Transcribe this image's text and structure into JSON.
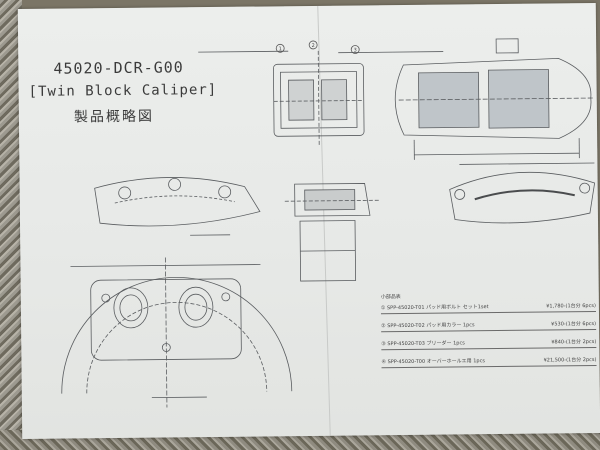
{
  "drawing": {
    "part_number": "45020-DCR-G00",
    "name": "[Twin Block Caliper]",
    "subtitle": "製品概略図"
  },
  "parts_list": {
    "heading": "小部品表",
    "items": [
      {
        "label": "① SPP-45020-T01 パッド用ボルト セット1set",
        "price": "¥1,780-(1台分 6pcs)"
      },
      {
        "label": "② SPP-45020-T02 パッド用カラー 1pcs",
        "price": "¥530-(1台分 6pcs)"
      },
      {
        "label": "③ SPP-45020-T03 ブリーダー 1pcs",
        "price": "¥840-(1台分 2pcs)"
      },
      {
        "label": "④ SPP-45020-T00 オーバーホールエ用 1pcs",
        "price": "¥21,500-(1台分 2pcs)"
      }
    ]
  },
  "callouts": [
    "1",
    "2",
    "3"
  ]
}
